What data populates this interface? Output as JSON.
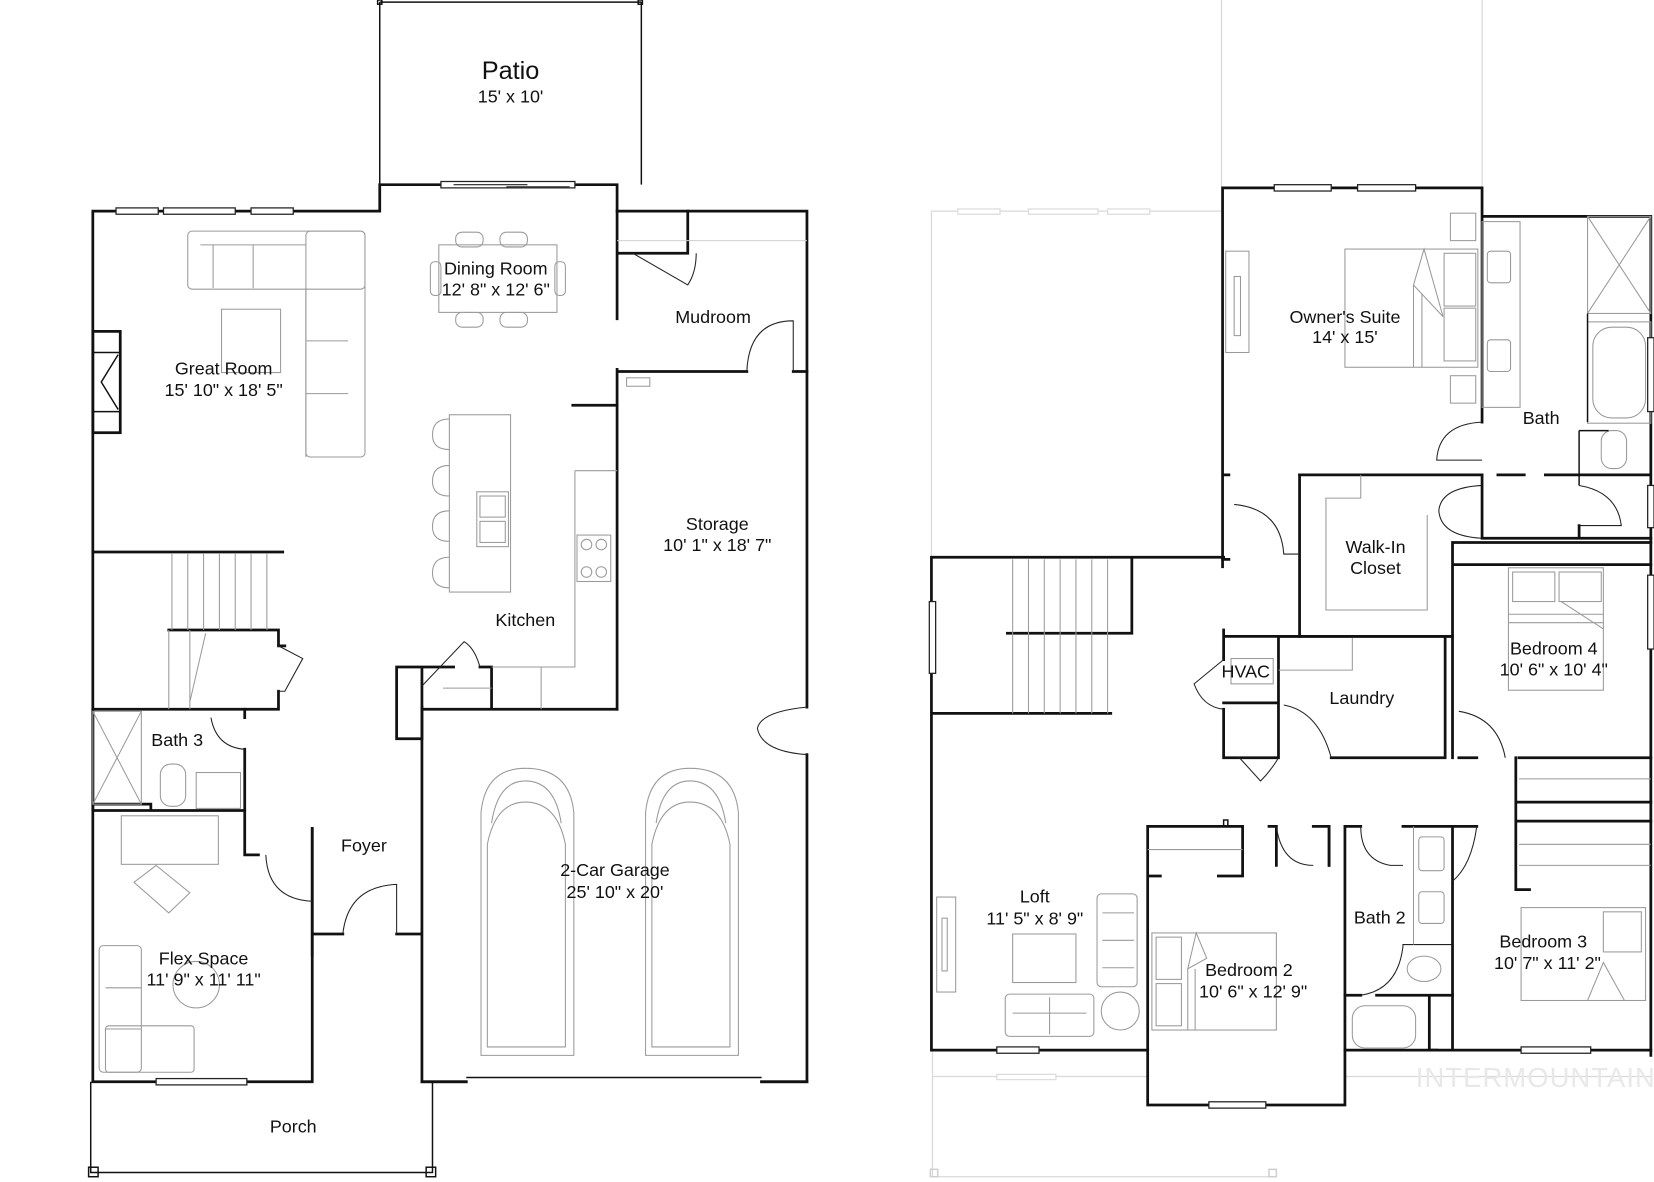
{
  "watermark": "INTERMOUNTAIN",
  "first_floor": {
    "rooms": [
      {
        "id": "patio",
        "name": "Patio",
        "dims": "15' x 10'"
      },
      {
        "id": "dining",
        "name": "Dining Room",
        "dims": "12' 8\" x 12' 6\""
      },
      {
        "id": "great",
        "name": "Great Room",
        "dims": "15' 10\" x 18' 5\""
      },
      {
        "id": "mudroom",
        "name": "Mudroom",
        "dims": ""
      },
      {
        "id": "storage",
        "name": "Storage",
        "dims": "10' 1\" x 18' 7\""
      },
      {
        "id": "kitchen",
        "name": "Kitchen",
        "dims": ""
      },
      {
        "id": "bath3",
        "name": "Bath 3",
        "dims": ""
      },
      {
        "id": "foyer",
        "name": "Foyer",
        "dims": ""
      },
      {
        "id": "garage",
        "name": "2-Car Garage",
        "dims": "25' 10\" x 20'"
      },
      {
        "id": "flex",
        "name": "Flex Space",
        "dims": "11' 9\" x 11' 11\""
      },
      {
        "id": "porch",
        "name": "Porch",
        "dims": ""
      }
    ]
  },
  "second_floor": {
    "rooms": [
      {
        "id": "owners",
        "name": "Owner's Suite",
        "dims": "14' x 15'"
      },
      {
        "id": "bath",
        "name": "Bath",
        "dims": ""
      },
      {
        "id": "walkin",
        "name": "Walk-In",
        "name2": "Closet",
        "dims": ""
      },
      {
        "id": "hvac",
        "name": "HVAC",
        "dims": ""
      },
      {
        "id": "laundry",
        "name": "Laundry",
        "dims": ""
      },
      {
        "id": "bed4",
        "name": "Bedroom 4",
        "dims": "10' 6\" x 10' 4\""
      },
      {
        "id": "loft",
        "name": "Loft",
        "dims": "11' 5\" x 8' 9\""
      },
      {
        "id": "bed2",
        "name": "Bedroom 2",
        "dims": "10' 6\" x 12' 9\""
      },
      {
        "id": "bath2",
        "name": "Bath 2",
        "dims": ""
      },
      {
        "id": "bed3",
        "name": "Bedroom 3",
        "dims": "10' 7\" x 11' 2\""
      }
    ]
  }
}
